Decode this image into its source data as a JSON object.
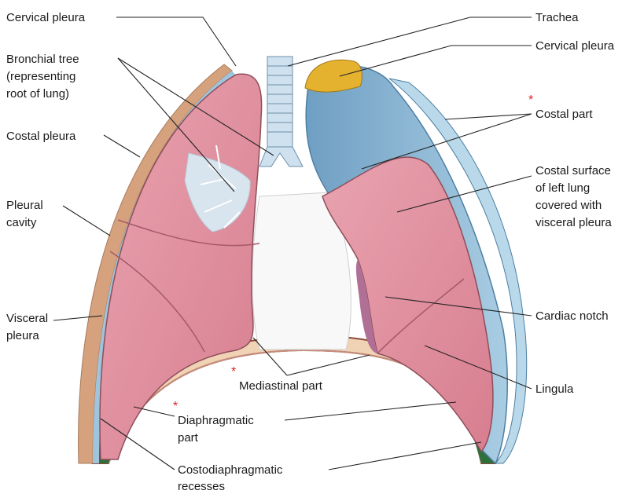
{
  "labels": {
    "cervical_pleura_left": "Cervical pleura",
    "bronchial_tree_line1": "Bronchial tree",
    "bronchial_tree_line2": "(representing",
    "bronchial_tree_line3": "root of lung)",
    "costal_pleura": "Costal pleura",
    "pleural_cavity_line1": "Pleural",
    "pleural_cavity_line2": "cavity",
    "visceral_pleura_line1": "Visceral",
    "visceral_pleura_line2": "pleura",
    "trachea": "Trachea",
    "cervical_pleura_right": "Cervical pleura",
    "costal_part": "Costal part",
    "costal_surface_line1": "Costal surface",
    "costal_surface_line2": "of left lung",
    "costal_surface_line3": "covered with",
    "costal_surface_line4": "visceral pleura",
    "cardiac_notch": "Cardiac notch",
    "lingula": "Lingula",
    "mediastinal_part": "Mediastinal part",
    "diaphragmatic_part_line1": "Diaphragmatic",
    "diaphragmatic_part_line2": "part",
    "costodiaphragmatic_line1": "Costodiaphragmatic",
    "costodiaphragmatic_line2": "recesses"
  },
  "markers": {
    "asterisk": "*"
  },
  "colors": {
    "lung_pink": "#dd8c9b",
    "parietal_blue": "#7fa9c9",
    "pleural_light_blue": "#b9d9ea",
    "cervical_yellow": "#e4b22f",
    "diaphragm_tan": "#f0d2b4",
    "recess_green": "#2f6f3c",
    "asterisk_red": "#d8232a"
  }
}
